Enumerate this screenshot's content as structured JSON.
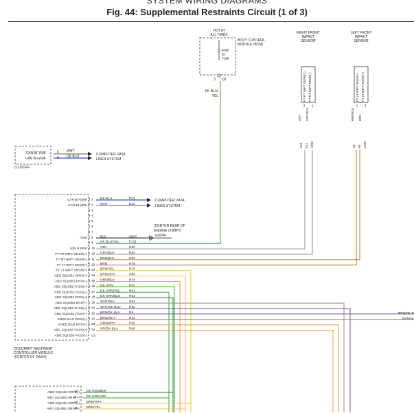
{
  "header": {
    "section": "SYSTEM WIRING DIAGRAMS",
    "title": "Fig. 44: Supplemental Restraints Circuit (1 of 3)"
  },
  "hot_at": {
    "line1": "HOT AT",
    "line2": "ALL TIMES"
  },
  "bcm": {
    "label_lines": [
      "BODY CONTROL",
      "MODULE (BCM)"
    ],
    "fuse_lines": [
      "F/68",
      "5I",
      "7.5A"
    ],
    "pin_left": "3",
    "pin_right": "C8",
    "wire_lines": [
      "DK BLU/",
      "YEL"
    ]
  },
  "right_sensor": {
    "label_lines": [
      "RIGHT FRONT",
      "IMPACT",
      "SENSOR"
    ],
    "pins": [
      "2",
      "1"
    ],
    "signal_1": "FT RT IMPT SNSR(+)",
    "signal_2": "FT RT IMPT SNSR(-)",
    "wire_1": "GRY",
    "wire_2": "GRY/BLK",
    "conn": [
      "A13",
      "A12",
      "C303"
    ]
  },
  "left_sensor": {
    "label_lines": [
      "LEFT FRONT",
      "IMPACT",
      "SENSOR"
    ],
    "pins": [
      "1",
      "2"
    ],
    "signal_1": "FT LT IMPT SNSR(-)",
    "signal_2": "FT LT IMPT SNSR(+)",
    "wire_1": "BRN/BLK",
    "wire_2": "BRN",
    "conn": [
      "A9",
      "A8",
      "C303"
    ]
  },
  "cluster": {
    "name": "CLUSTER",
    "rows": [
      {
        "signal": "CAN B(-)50K",
        "pin": "5",
        "wire": "WHT"
      },
      {
        "signal": "CAN B(+)50K",
        "pin": "6",
        "wire": "DK BLU"
      }
    ],
    "dest_lines": [
      "COMPUTER DATA",
      "LINES SYSTEM"
    ]
  },
  "orc": {
    "name_lines": [
      "OCCUPANT RESTRAINT",
      "CONTROLLER MODULE",
      "(CENTER OF DASH)"
    ],
    "data_dest": [
      "COMPUTER DATA",
      "LINES SYSTEM"
    ],
    "ground_note": [
      "(CENTER REAR OF",
      "ENGINE COMPT)",
      "G024A"
    ],
    "last_pin": "C1",
    "rows": [
      {
        "signal": "CAN B(+)50K",
        "pin": "1",
        "wire": "DK BLU",
        "circuit": "D41"
      },
      {
        "signal": "CAN B(-)50K",
        "pin": "2",
        "wire": "WHT",
        "circuit": "D42"
      },
      {
        "signal": "",
        "pin": "3",
        "wire": "",
        "circuit": ""
      },
      {
        "signal": "",
        "pin": "4",
        "wire": "",
        "circuit": ""
      },
      {
        "signal": "",
        "pin": "5",
        "wire": "",
        "circuit": ""
      },
      {
        "signal": "",
        "pin": "6",
        "wire": "",
        "circuit": ""
      },
      {
        "signal": "",
        "pin": "7",
        "wire": "",
        "circuit": ""
      },
      {
        "signal": "GND",
        "pin": "8",
        "wire": "BLK",
        "circuit": "Z924"
      },
      {
        "signal": "",
        "pin": "9",
        "wire": "DK BLU/YEL",
        "circuit": "F721"
      },
      {
        "signal": "IGN R PRD",
        "pin": "10",
        "wire": "GRY",
        "circuit": "R80"
      },
      {
        "signal": "FT RT IMPT SNSR(+)",
        "pin": "10",
        "wire": "GRY/BLK",
        "circuit": "R82"
      },
      {
        "signal": "FT RT IMPT SNSR(-)",
        "pin": "11",
        "wire": "BRN/BLK",
        "circuit": "R81"
      },
      {
        "signal": "FT LT IMPT SNSR(-)",
        "pin": "12",
        "wire": "BRN",
        "circuit": "R79"
      },
      {
        "signal": "FT LT IMPT SNSR(+)",
        "pin": "13",
        "wire": "BRN/YEL",
        "circuit": "R43"
      },
      {
        "signal": "ABG SQUIB1 DRIV(+)",
        "pin": "14",
        "wire": "BRN/GRY",
        "circuit": "R46"
      },
      {
        "signal": "ABG SQUIB1 DRIV(-)",
        "pin": "15",
        "wire": "ORN/BLK",
        "circuit": "R44"
      },
      {
        "signal": "ABG SQUIB1 PASS(+)",
        "pin": "16",
        "wire": "DK GRN",
        "circuit": "R42"
      },
      {
        "signal": "ABG SQUIB1 PASS(-)",
        "pin": "17",
        "wire": "DK GRN/YEL",
        "circuit": "R61"
      },
      {
        "signal": "ABG SQUIB2 DRIV(+)",
        "pin": "18",
        "wire": "DK GRN/BLK",
        "circuit": "R63"
      },
      {
        "signal": "ABG SQUIB2 DRIV(-)",
        "pin": "19",
        "wire": "WHT/BLK",
        "circuit": "R64"
      },
      {
        "signal": "ABG SQUIB2 PASS(+)",
        "pin": "20",
        "wire": "WHT/DK BLU",
        "circuit": "R62"
      },
      {
        "signal": "ABG SQUIB2 PASS(-)",
        "pin": "21",
        "wire": "BRN/DK BLU",
        "circuit": "R8"
      },
      {
        "signal": "KNEE BAG DRIV(+)",
        "pin": "22",
        "wire": "BRN/WHT",
        "circuit": "R11"
      },
      {
        "signal": "KNEE BAG DRIV(-)",
        "pin": "23",
        "wire": "ORN/WHT",
        "circuit": "R66"
      },
      {
        "signal": "ABG SQUIB3 PASS(+)",
        "pin": "24",
        "wire": "OR/DK BLU",
        "circuit": "R86"
      },
      {
        "signal": "ABG SQUIB3 PASS(-)",
        "pin": "",
        "wire": "",
        "circuit": ""
      }
    ]
  },
  "right_edge": {
    "line1": "BRN/DK B",
    "line2": "BRN/W"
  },
  "lower_module": {
    "rows": [
      {
        "signal": "ABG SQUIB2 DRIV(-)",
        "pin": "10",
        "wire": "DK GRN/BLK"
      },
      {
        "signal": "ABG SQUIB2 DRIV(+)",
        "pin": "9",
        "wire": "DK GRN/YEL"
      },
      {
        "signal": "ABG SQUIB1 DRIV(-)",
        "pin": "12",
        "wire": "BRN/GRY"
      },
      {
        "signal": "ABG SQUIB1 DRIV(+)",
        "pin": "11",
        "wire": "BRN/YEL"
      }
    ]
  },
  "colors": {
    "blue": "#2a56c6",
    "green": "#3aa040",
    "dark_green": "#1e7a2a",
    "gray": "#8c8c8c",
    "brown": "#b07a2a",
    "yellow": "#e8c640",
    "orange": "#e59a3c",
    "violet": "#5b5b9a",
    "line": "#222222"
  }
}
